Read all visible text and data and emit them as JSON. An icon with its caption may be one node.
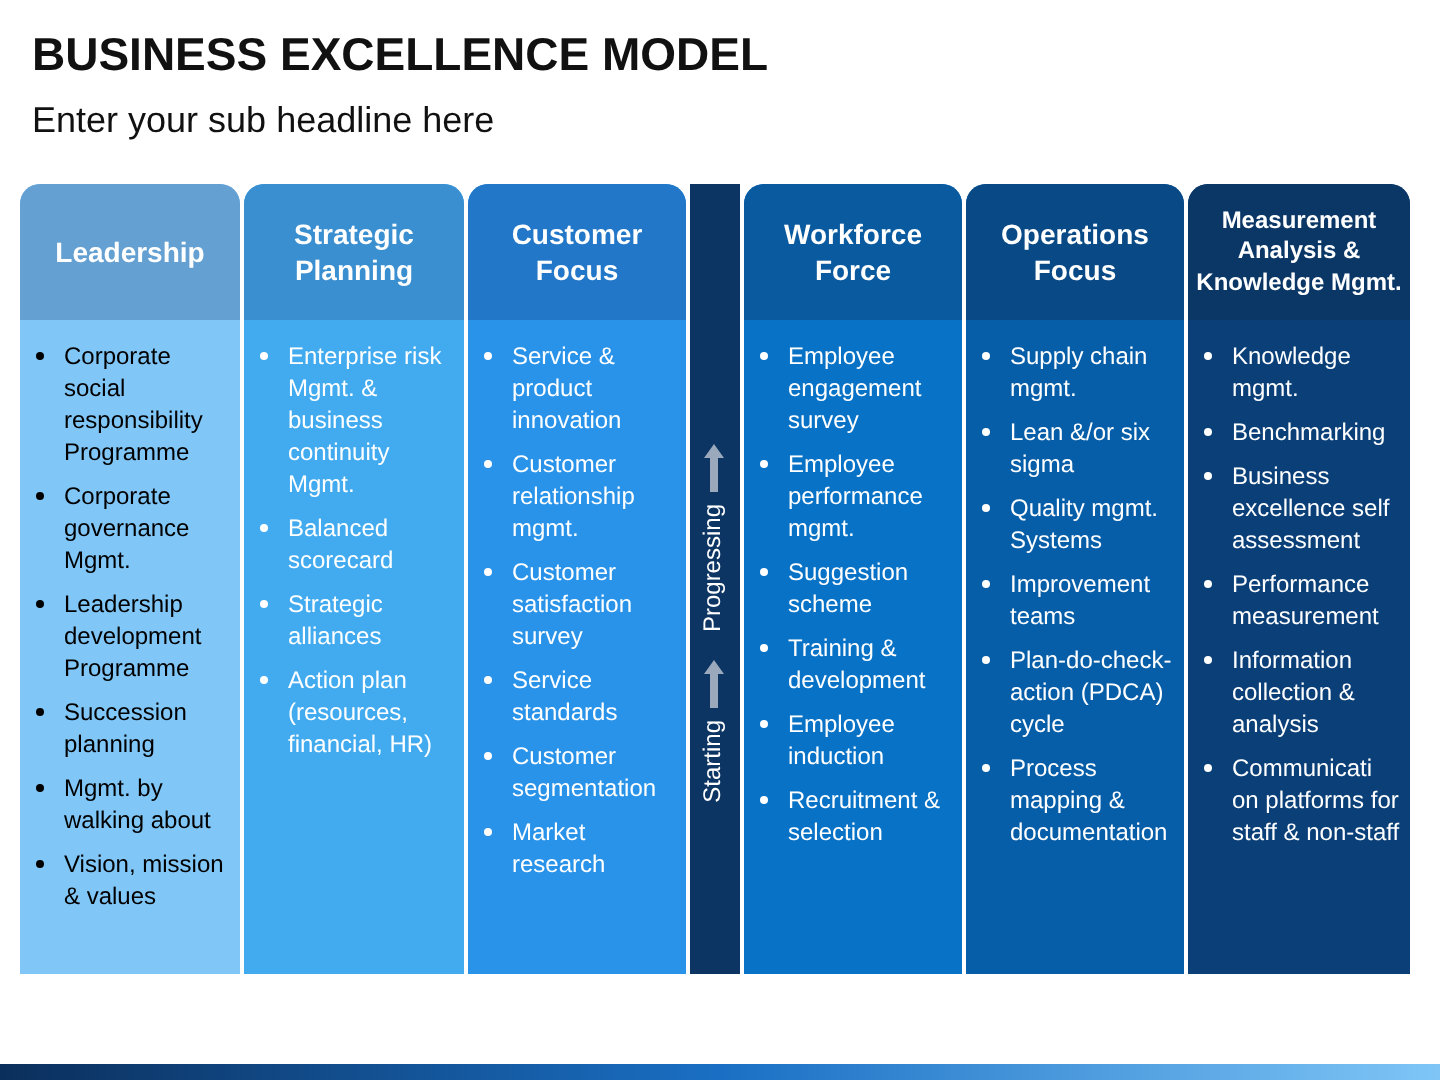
{
  "diagram": {
    "title": "BUSINESS EXCELLENCE MODEL",
    "nodes": [
      {
        "text": [
          "Leadership",
          "Corporate social responsibility Programme",
          "Corporate governance Mgmt.",
          "Leadership development Programme",
          "Succession planning",
          "Mgmt. by walking about",
          "Vision, mission & values"
        ]
      },
      {
        "text": [
          "Strategic Planning",
          "Enterprise risk Mgmt. & business continuity Mgmt.",
          "Balanced scorecard",
          "Strategic alliances",
          "Action plan (resources, financial, HR)"
        ]
      },
      {
        "text": [
          "Customer Focus",
          "Service & product innovation",
          "Customer relationship mgmt.",
          "Customer satisfaction survey",
          "Service standards",
          "Customer segmentation",
          "Market research"
        ]
      },
      {
        "text": [
          "Starting",
          "Progressing"
        ]
      },
      {
        "text": [
          "Workforce Force",
          "Employee engagement survey",
          "Employee performance mgmt.",
          "Suggestion scheme",
          "Training & development",
          "Employee induction",
          "Recruitment & selection"
        ]
      },
      {
        "text": [
          "Operations Focus",
          "Supply chain mgmt.",
          "Lean &/or six sigma",
          "Quality mgmt. Systems",
          "Improvement teams",
          "Plan-do-check-action (PDCA) cycle",
          "Process mapping & documentation"
        ]
      },
      {
        "text": [
          "Measurement Analysis & Knowledge Mgmt.",
          "Knowledge mgmt.",
          "Benchmarking",
          "Business excellence self assessment",
          "Performance measurement",
          "Information collection & analysis",
          "Communicati on platforms for staff & non-staff"
        ]
      }
    ],
    "labels": [
      "Enter your sub headline here"
    ]
  }
}
